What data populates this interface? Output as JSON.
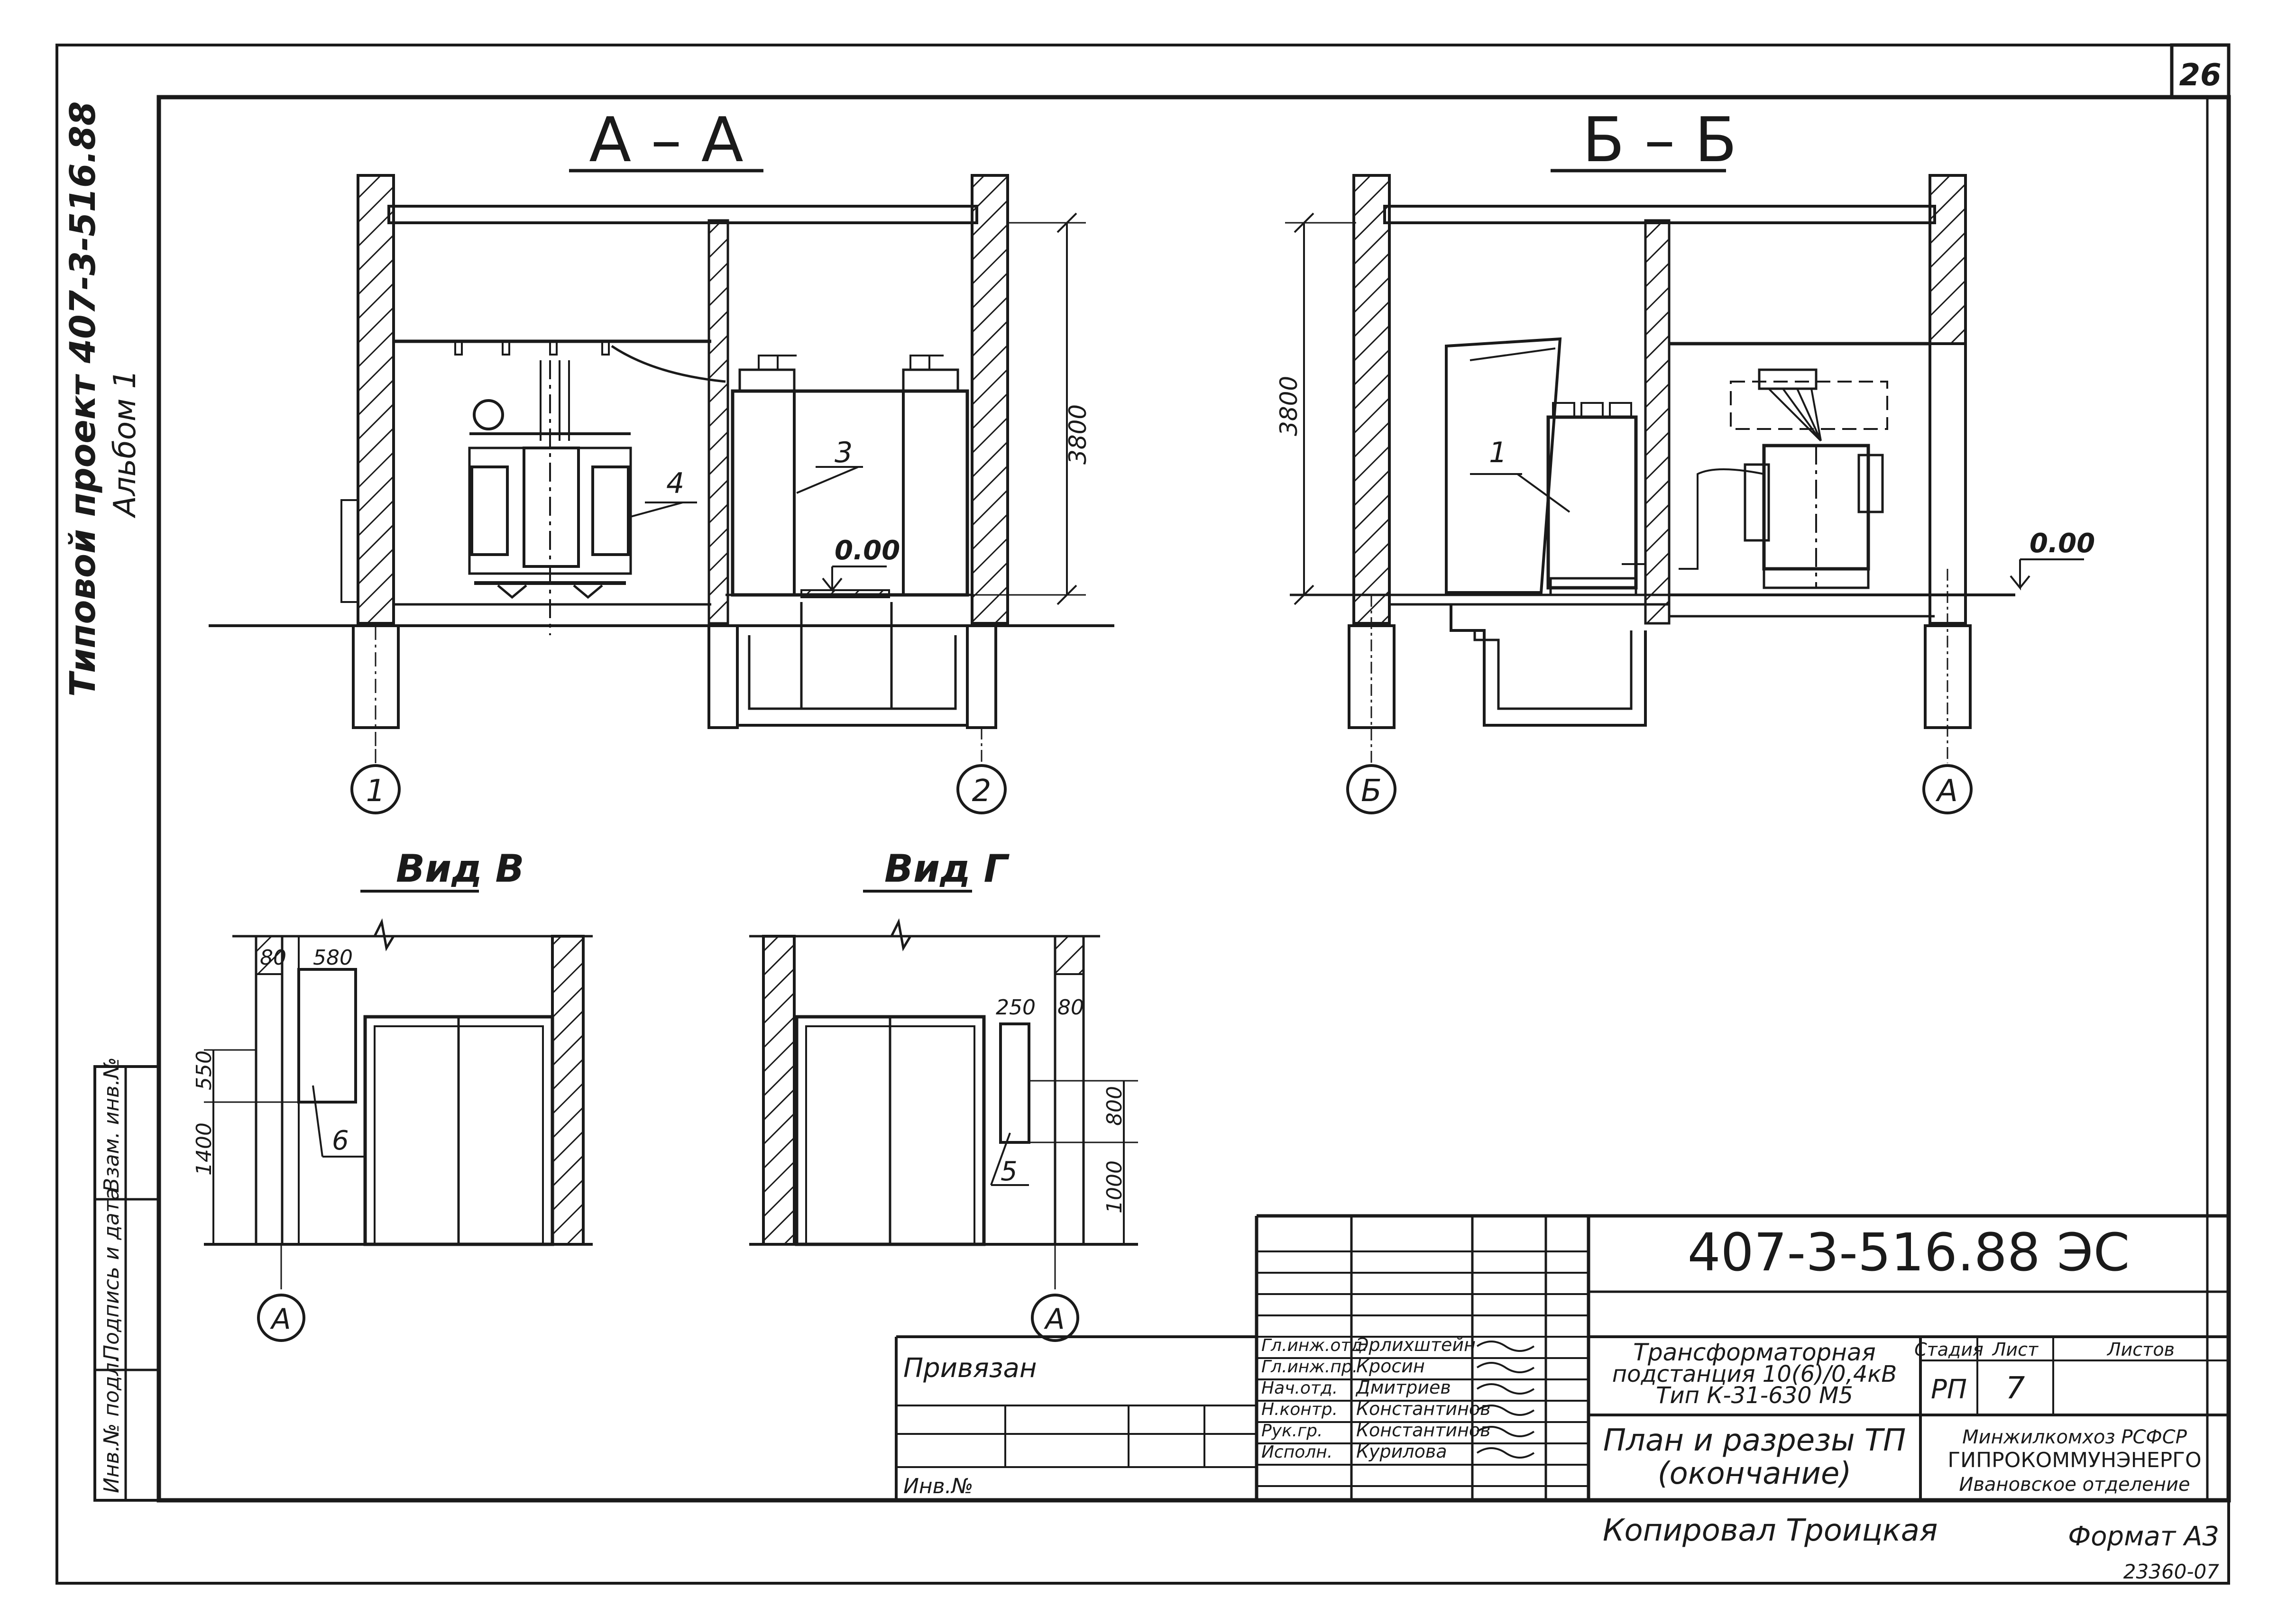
{
  "sheet": {
    "page_number": "26",
    "side_text_line1": "Типовой проект 407-3-516.88",
    "side_text_line2": "Альбом 1",
    "left_strip_labels": [
      "Инв.№ подл.",
      "Подпись и дата",
      "Взам. инв.№"
    ]
  },
  "sections": {
    "aa": {
      "title": "А – А",
      "axis_left": "1",
      "axis_right": "2",
      "dim_height": "3800",
      "level": "0.00",
      "callout_3": "3",
      "callout_4": "4"
    },
    "bb": {
      "title": "Б – Б",
      "axis_left": "Б",
      "axis_right": "А",
      "dim_height": "3800",
      "level": "0.00",
      "callout_1": "1"
    }
  },
  "views": {
    "v": {
      "title": "Вид В",
      "dim_top_left": "80",
      "dim_top_right": "580",
      "dim_v1": "550",
      "dim_v2": "1400",
      "callout": "6",
      "axis": "А"
    },
    "g": {
      "title": "Вид Г",
      "dim_top_left": "250",
      "dim_top_right": "80",
      "dim_v1": "800",
      "dim_v2": "1000",
      "callout": "5",
      "axis": "А"
    }
  },
  "title_block": {
    "code": "407-3-516.88 ЭС",
    "privyazan": "Привязан",
    "inv_no": "Инв.№",
    "roles": [
      "Гл.инж.отд.",
      "Гл.инж.пр.",
      "Нач.отд.",
      "Н.контр.",
      "Рук.гр.",
      "Исполн."
    ],
    "names": [
      "Эрлихштейн",
      "Кросин",
      "Дмитриев",
      "Константинов",
      "Константинов",
      "Курилова"
    ],
    "object_title_1": "Трансформаторная",
    "object_title_2": "подстанция 10(6)/0,4кВ",
    "object_title_3": "Тип К-31-630 М5",
    "sheet_title_1": "План и разрезы ТП",
    "sheet_title_2": "(окончание)",
    "stage_label": "Стадия",
    "sheet_label": "Лист",
    "sheets_label": "Листов",
    "stage_value": "РП",
    "sheet_value": "7",
    "org_1": "Минжилкомхоз РСФСР",
    "org_2": "ГИПРОКОММУНЭНЕРГО",
    "org_3": "Ивановское отделение",
    "copied": "Копировал Троицкая",
    "format": "Формат А3",
    "doc_no": "23360-07"
  }
}
